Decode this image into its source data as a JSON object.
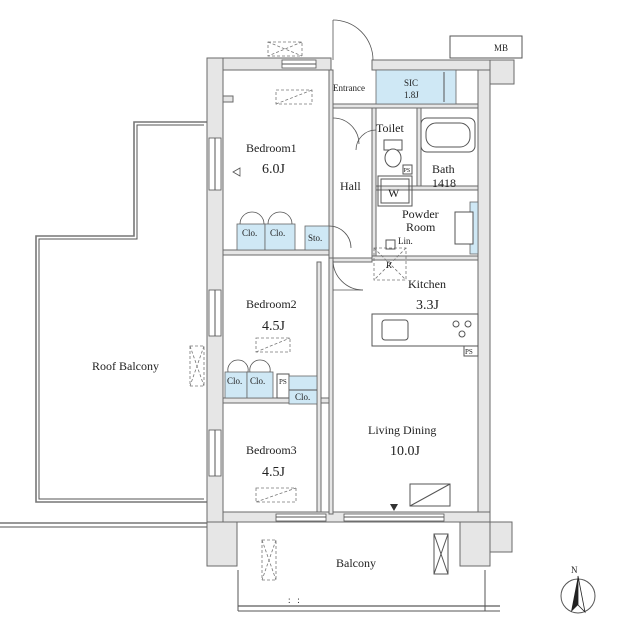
{
  "rooms": {
    "mb": "MB",
    "entrance": "Entrance",
    "sic_name": "SIC",
    "sic_size": "1.8J",
    "toilet": "Toilet",
    "bath_name": "Bath",
    "bath_size": "1418",
    "hall": "Hall",
    "w": "W",
    "ps": "PS",
    "powder_room_1": "Powder",
    "powder_room_2": "Room",
    "lin": "Lin.",
    "r": "R",
    "kitchen_name": "Kitchen",
    "kitchen_size": "3.3J",
    "bedroom1_name": "Bedroom1",
    "bedroom1_size": "6.0J",
    "bedroom2_name": "Bedroom2",
    "bedroom2_size": "4.5J",
    "bedroom3_name": "Bedroom3",
    "bedroom3_size": "4.5J",
    "living_name": "Living Dining",
    "living_size": "10.0J",
    "roof_balcony": "Roof Balcony",
    "balcony": "Balcony",
    "clo": "Clo.",
    "sto": "Sto.",
    "north": "N"
  },
  "colors": {
    "closet_fill": "#cfe8f5",
    "wall_fill": "#e6e6e6",
    "line": "#555555"
  }
}
